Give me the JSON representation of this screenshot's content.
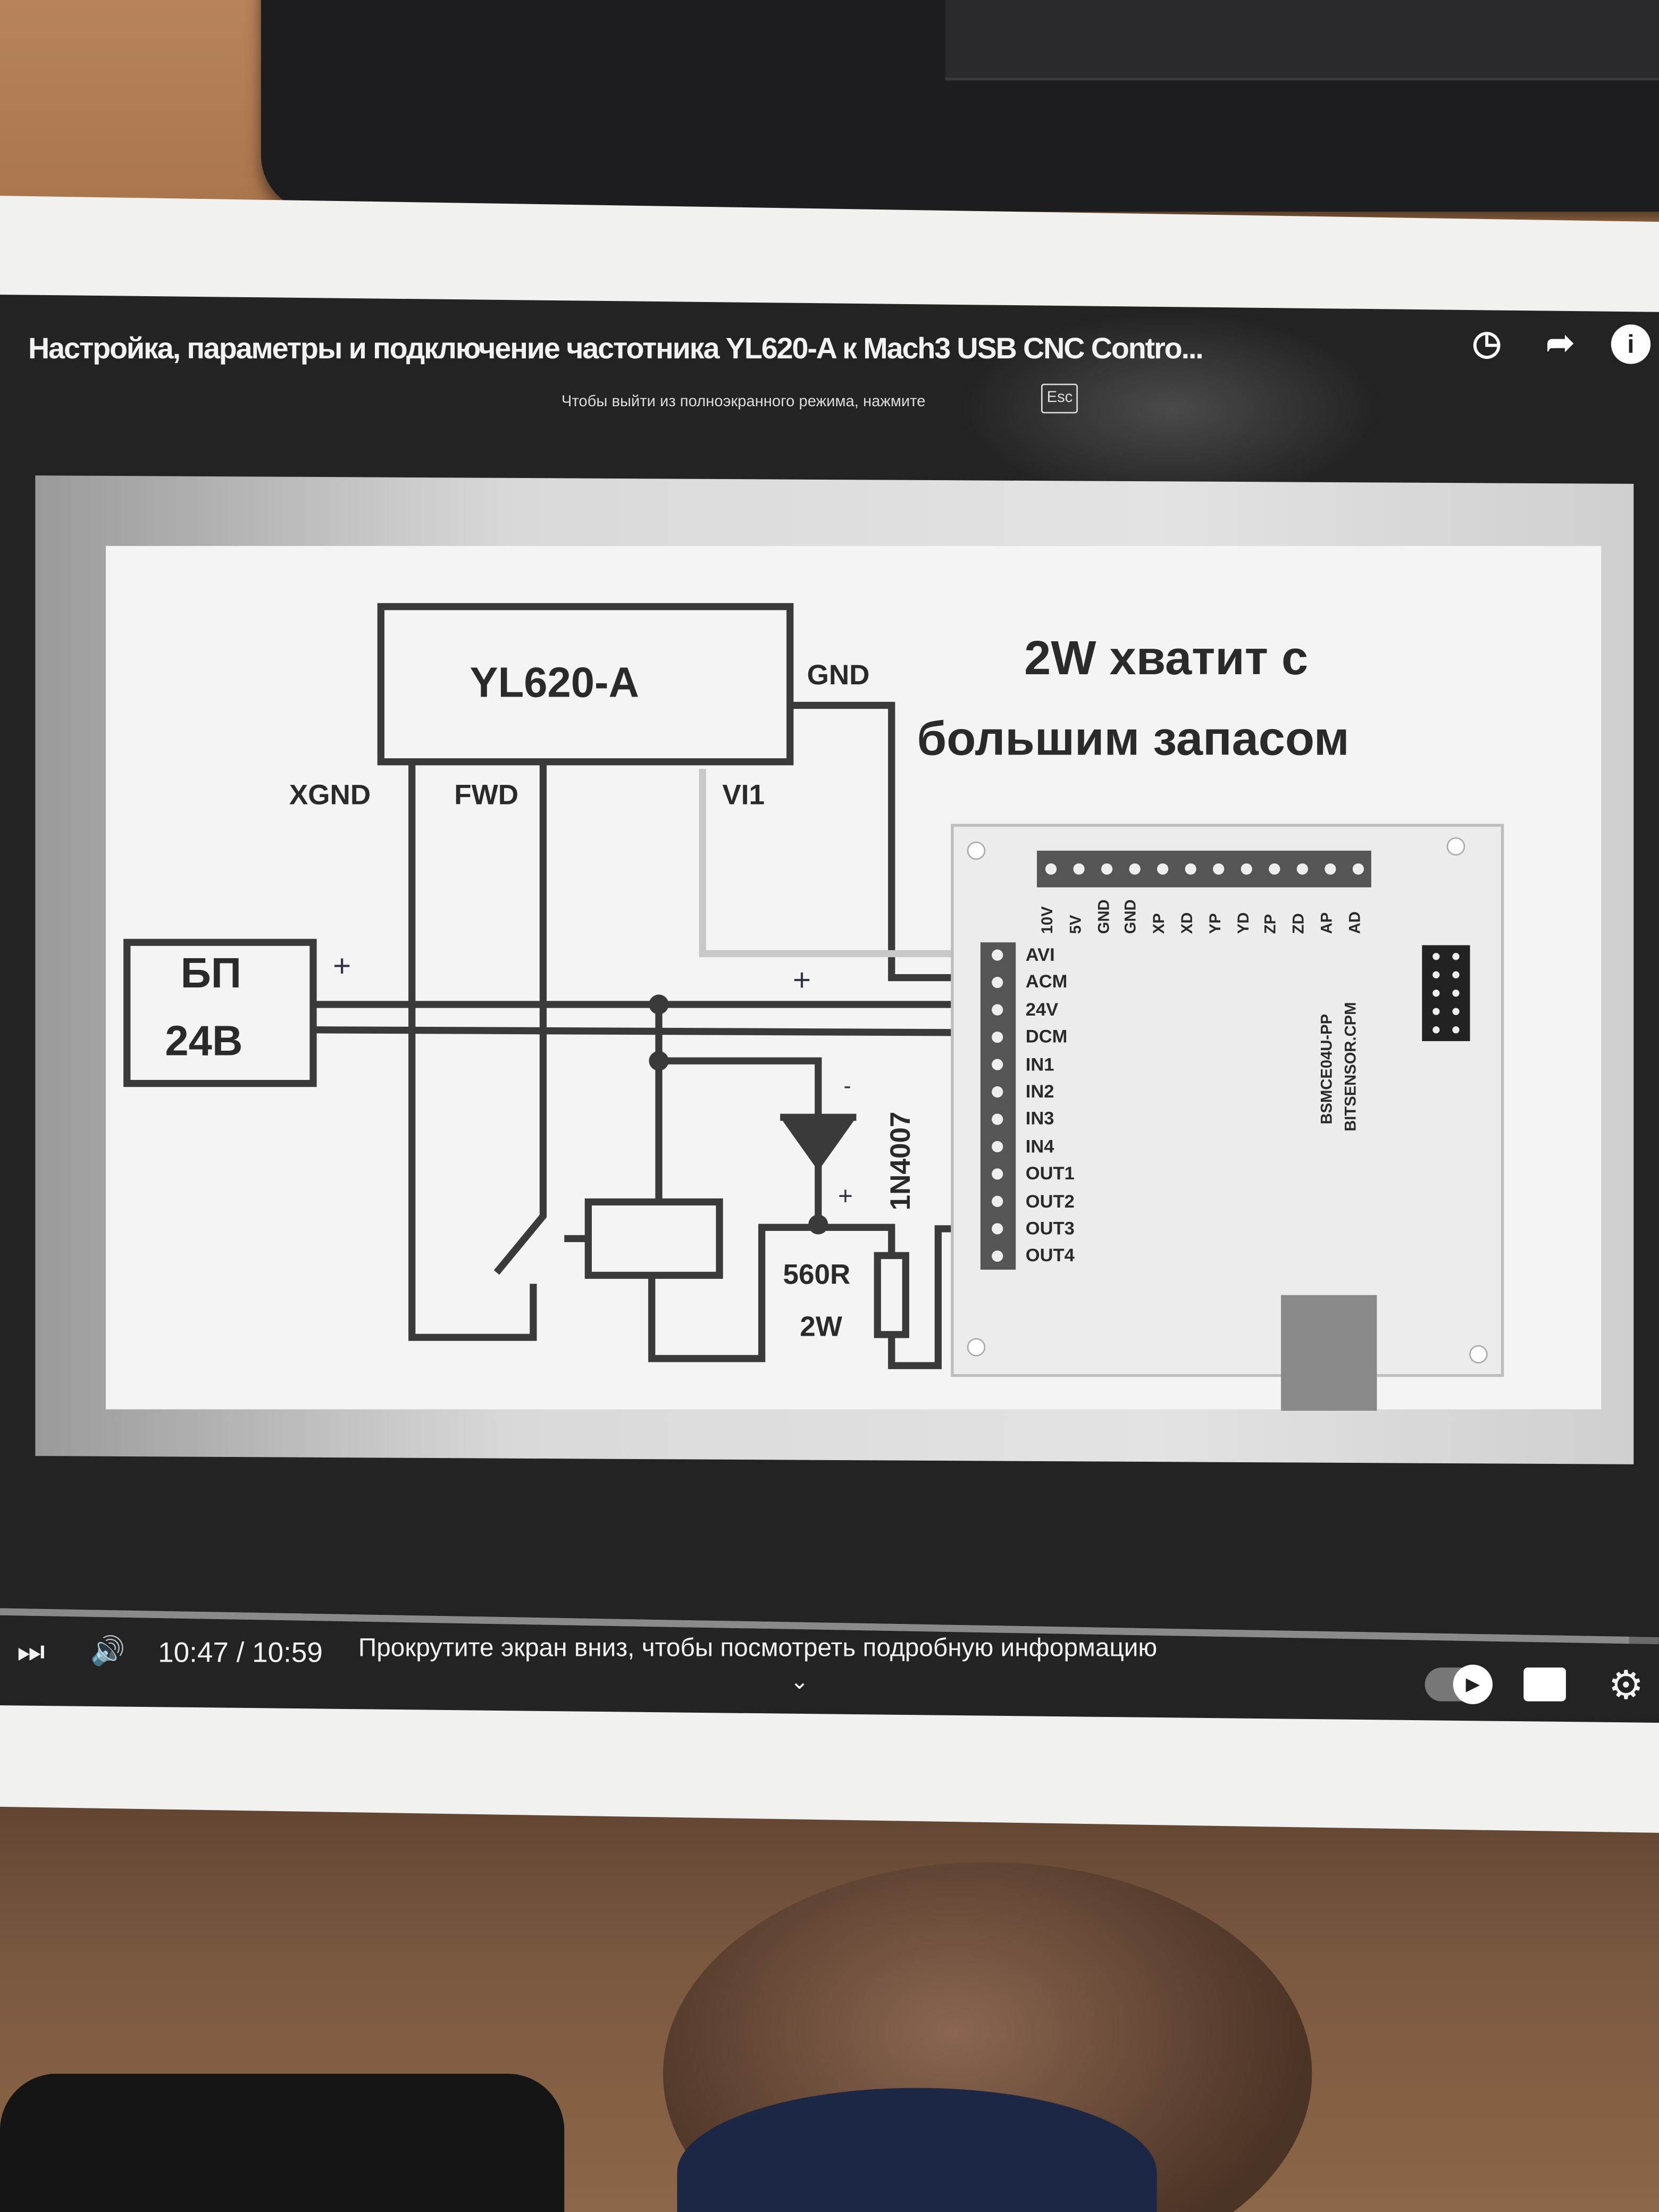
{
  "player": {
    "title": "Настройка, параметры и подключение частотника YL620-A к Mach3 USB CNC Contro...",
    "top_icons": [
      "clock-icon",
      "share-icon",
      "info-icon"
    ],
    "fullscreen_hint": "Чтобы выйти из полноэкранного режима, нажмите",
    "esc_key": "Esc",
    "time": "10:47 / 10:59",
    "scroll_hint": "Прокрутите экран вниз, чтобы посмотреть подробную информацию",
    "progress": 0.982
  },
  "schematic": {
    "vfd_label": "YL620-A",
    "gnd": "GND",
    "xgnd": "XGND",
    "fwd": "FWD",
    "vi1": "VI1",
    "psu_line1": "БП",
    "psu_line2": "24В",
    "note_line1": "2W хватит с",
    "note_line2": "большим запасом",
    "diode": "1N4007",
    "resistor": "560R",
    "resistor_power": "2W",
    "plus1": "+",
    "plus2": "+",
    "plus3": "+",
    "minus": "-"
  },
  "board": {
    "left_pins": [
      "AVI",
      "ACM",
      "24V",
      "DCM",
      "IN1",
      "IN2",
      "IN3",
      "IN4",
      "OUT1",
      "OUT2",
      "OUT3",
      "OUT4"
    ],
    "top_pins": [
      "10V",
      "5V",
      "GND",
      "GND",
      "XP",
      "XD",
      "YP",
      "YD",
      "ZP",
      "ZD",
      "AP",
      "AD"
    ],
    "model1": "BSMCE04U-PP",
    "model2": "BITSENSOR.CPM"
  }
}
